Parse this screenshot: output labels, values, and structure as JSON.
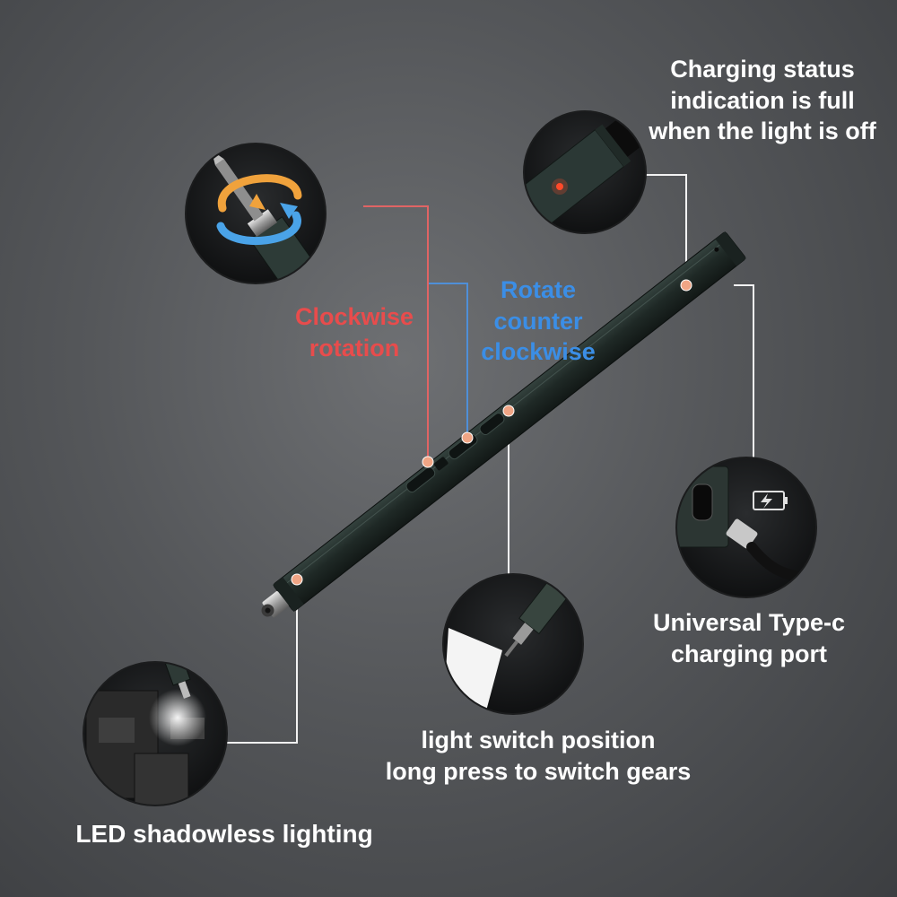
{
  "colors": {
    "background": "#55575a",
    "callout_line_white": "#f2f2f2",
    "callout_line_red": "#e06464",
    "callout_line_blue": "#4f8fd8",
    "marker_dot": "#f0a585",
    "screwdriver_body": "#263330",
    "label_white": "#ffffff",
    "label_red": "#e84c4c",
    "label_blue": "#3b8ee6",
    "charging_led": "#ff4a2a"
  },
  "labels": {
    "charging": [
      "Charging status",
      "indication is full",
      "when the light is off"
    ],
    "clockwise": [
      "Clockwise",
      "rotation"
    ],
    "counter_clockwise": [
      "Rotate",
      "counter",
      "clockwise"
    ],
    "typec": [
      "Universal Type-c",
      "charging port"
    ],
    "light_switch": [
      "light switch position",
      "long press to switch gears"
    ],
    "led": [
      "LED shadowless lighting"
    ]
  },
  "icons": {
    "rotation": "rotation-arrows-icon",
    "battery": "battery-charging-icon",
    "usb_cable": "usb-c-cable-icon"
  }
}
